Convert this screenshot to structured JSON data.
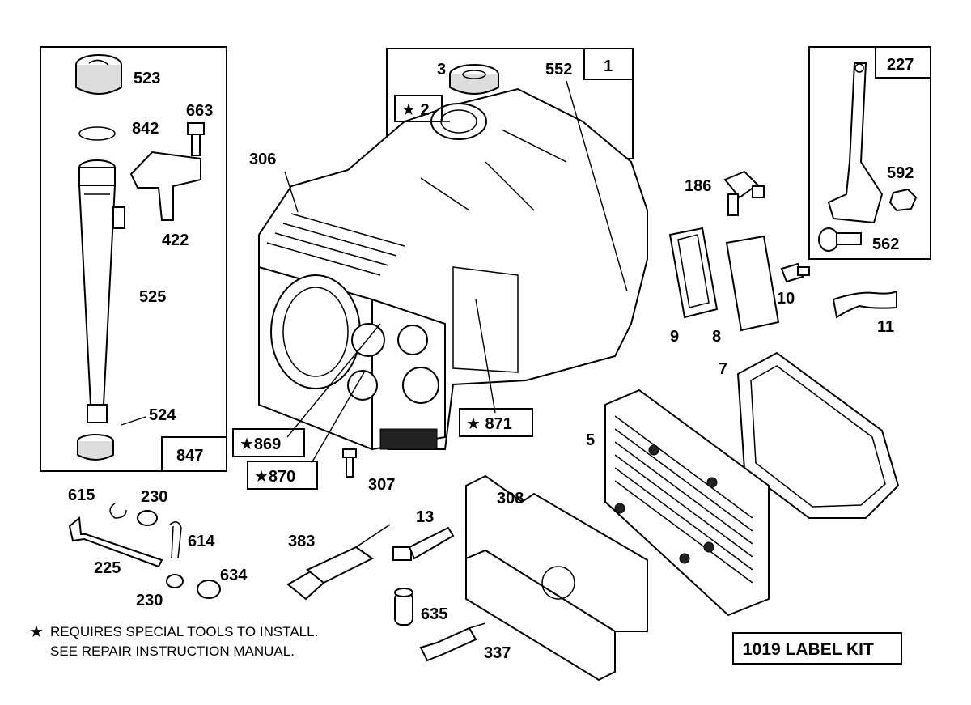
{
  "parts": {
    "p523": "523",
    "p842": "842",
    "p663": "663",
    "p422": "422",
    "p525": "525",
    "p524": "524",
    "p847": "847",
    "p3": "3",
    "p552": "552",
    "p1": "1",
    "p2": "★ 2",
    "p306": "306",
    "p869": "★869",
    "p870": "★870",
    "p871": "★ 871",
    "p307": "307",
    "p227": "227",
    "p592": "592",
    "p562": "562",
    "p186": "186",
    "p10": "10",
    "p9": "9",
    "p8": "8",
    "p11": "11",
    "p7": "7",
    "p5": "5",
    "p308": "308",
    "p13": "13",
    "p383": "383",
    "p635": "635",
    "p337": "337",
    "p615": "615",
    "p230a": "230",
    "p614": "614",
    "p225": "225",
    "p230b": "230",
    "p634": "634"
  },
  "footnote": {
    "star": "★",
    "line1": "REQUIRES SPECIAL TOOLS TO INSTALL.",
    "line2": "SEE REPAIR INSTRUCTION MANUAL."
  },
  "label_kit": "1019 LABEL KIT"
}
